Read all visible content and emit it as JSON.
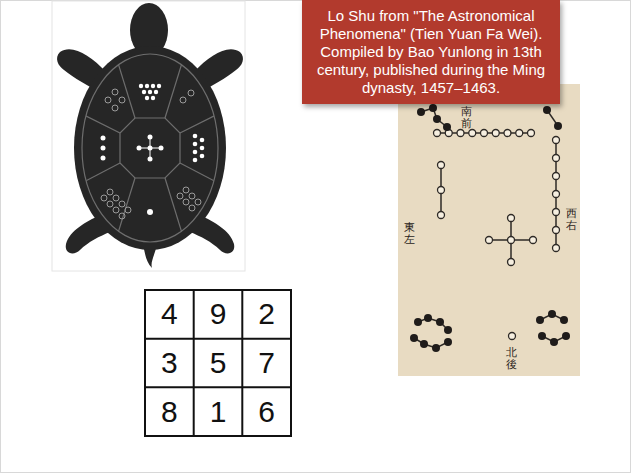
{
  "diagram": {
    "nodes": [
      {
        "text": [
          "Lo Shu from \"The Astronomical Phenomena\" (Tien Yuan Fa Wei). Compiled by Bao Yunlong in 13th century, published during the Ming dynasty, 1457–1463."
        ]
      }
    ],
    "labels": [
      "4",
      "9",
      "2",
      "3",
      "5",
      "7",
      "8",
      "1",
      "6",
      "南前",
      "東左",
      "西右",
      "北後"
    ]
  }
}
